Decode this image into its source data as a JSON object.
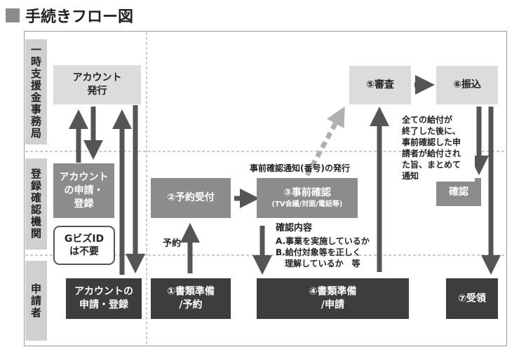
{
  "title": "手続きフロー図",
  "lanes": {
    "secretariat": "一時支援金事務局",
    "registered_org": "登録確認機関",
    "applicant": "申請者"
  },
  "boxes": {
    "account_issue": "アカウント\n発行",
    "account_apply_org": "アカウント\nの申請・\n登録",
    "account_apply_user": "アカウントの\n申請・登録",
    "docs_reserve": "①書類準備\n/予約",
    "reservation": "②予約受付",
    "pre_check": "③事前確認",
    "pre_check_sub": "(TV会議/対面/電話等)",
    "docs_apply": "④書類準備\n/申請",
    "review": "⑤審査",
    "transfer": "⑥振込",
    "confirm": "確認",
    "receive": "⑦受領"
  },
  "labels": {
    "gbiz": "GビズID\nは不要",
    "reserve_label": "予約",
    "notify": "事前確認通知(番号)の発行",
    "confirm_title": "確認内容",
    "confirm_a": "A.事業を実施しているか",
    "confirm_b": "B.給付対象等を正しく",
    "confirm_b2": "理解しているか　等",
    "payment_note": "全ての給付が\n終了した後に、\n事前確認した申\n請者が給付され\nた旨、まとめて\n通知"
  },
  "colors": {
    "light": "#dcdcdc",
    "mid": "#8c8c8c",
    "dark": "#3d3d3d",
    "arrow": "#555555",
    "dashed_arrow": "#b0b0b0"
  }
}
